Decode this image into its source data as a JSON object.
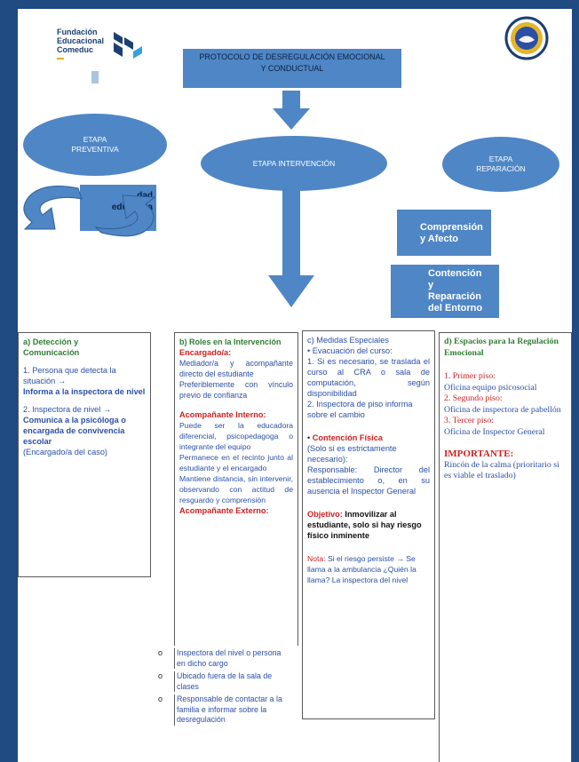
{
  "logo": {
    "line1": "Fundación",
    "line2": "Educacional",
    "line3": "Comeduc"
  },
  "title": {
    "line1": "PROTOCOLO DE DESREGULACIÓN EMOCIONAL",
    "line2": "Y CONDUCTUAL"
  },
  "stages": {
    "preventiva": {
      "line1": "ETAPA",
      "line2": "PREVENTIVA"
    },
    "intervencion": "ETAPA INTERVENCIÓN",
    "reparacion": {
      "line1": "ETAPA",
      "line2": "REPARACIÓN"
    }
  },
  "preventive_fragment": {
    "line1": "dad",
    "line2": "educativa"
  },
  "repair_items": [
    {
      "line1": "Comprensión",
      "line2": "y Afecto"
    },
    {
      "line1": "Contención",
      "line2": "y",
      "line3": "Reparación",
      "line4": "del Entorno"
    }
  ],
  "col_a": {
    "title_1": "a) Detección y",
    "title_2": "Comunicación",
    "item1_a": "1. Persona que detecta la situación →",
    "item1_b": "Informa a la inspectora de nivel",
    "item2_a": "2. Inspectora de nivel →",
    "item2_b": "Comunica a la psicóloga o encargada de convivencia escolar",
    "item2_c": "(Encargado/a del caso)"
  },
  "col_b": {
    "title": "b) Roles en la Intervención",
    "encargado_head": "Encargado/a:",
    "encargado_1": "Mediador/a y acompañante directo del estudiante",
    "encargado_2": "Preferiblemente con vínculo previo de confianza",
    "interno_head": "Acompañante Interno:",
    "interno_1": "Puede ser la educadora diferencial, psicopedagoga o integrante del equipo",
    "interno_2": "Permanece en el recinto junto al estudiante y el encargado",
    "interno_3": "Mantiene distancia, sin intervenir, observando con actitud de resguardo y comprensión",
    "externo_head": "Acompañante Externo:",
    "externo_bullet": "o",
    "externo_items": [
      "Inspectora del nivel o persona en dicho cargo",
      "Ubicado fuera de la sala de clases",
      "Responsable de contactar a la familia e informar sobre la desregulación"
    ]
  },
  "col_c": {
    "title": "c) Medidas Especiales",
    "evac_head": "Evacuación del curso:",
    "evac_1": "1. Si es necesario, se traslada el curso al CRA o sala de computación, según disponibilidad",
    "evac_2": "2. Inspectora de piso informa sobre el cambio",
    "cont_head": "Contención Física",
    "cont_sub": "(Solo si es estrictamente necesario):",
    "cont_resp": "Responsable: Director del establecimiento o, en su ausencia el Inspector General",
    "obj_label": "Objetivo:",
    "obj_text": "Inmovilizar al estudiante, solo si hay riesgo físico inminente",
    "nota_label": "Nota:",
    "nota_text": "Si el riesgo persiste → Se llama a la ambulancia ¿Quién la llama? La inspectora del nivel"
  },
  "col_d": {
    "title": "d) Espacios para la Regulación Emocional",
    "p1_label": "1. Primer piso:",
    "p1_text": "Oficina equipo psicosocial",
    "p2_label": "2. Segundo piso:",
    "p2_text": "Oficina de inspectora de pabellón",
    "p3_label": "3. Tercer piso:",
    "p3_text": "Oficina de Inspector General",
    "important": "IMPORTANTE:",
    "important_text": "Rincón de la calma (prioritario si es viable el traslado)"
  },
  "colors": {
    "frame": "#1f4a82",
    "shape_blue": "#4f86c6",
    "green": "#2f7d32",
    "red": "#d21f1f",
    "text_blue": "#2a4fa5"
  }
}
